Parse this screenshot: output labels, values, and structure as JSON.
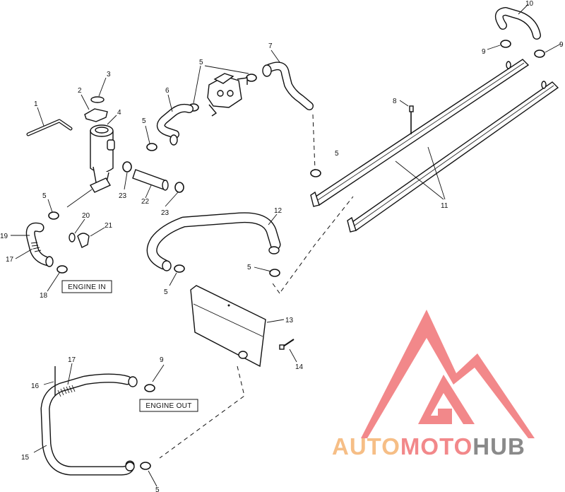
{
  "callouts": {
    "c1": "1",
    "c2": "2",
    "c3": "3",
    "c4": "4",
    "c5a": "5",
    "c5b": "5",
    "c5c": "5",
    "c5d": "5",
    "c5e": "5",
    "c5f": "5",
    "c5g": "5",
    "c6": "6",
    "c7": "7",
    "c8": "8",
    "c9a": "9",
    "c9b": "9",
    "c9c": "9",
    "c10": "10",
    "c11": "11",
    "c12": "12",
    "c13": "13",
    "c14": "14",
    "c15": "15",
    "c16": "16",
    "c17a": "17",
    "c17b": "17",
    "c18": "18",
    "c19": "19",
    "c20": "20",
    "c21": "21",
    "c22": "22",
    "c23a": "23",
    "c23b": "23"
  },
  "labels": {
    "engine_in": "ENGINE IN",
    "engine_out": "ENGINE OUT"
  },
  "watermark": {
    "word_auto": "AUTO",
    "word_moto": "MOTO",
    "word_hub": "HUB",
    "color_red": "#f2888a",
    "color_orange": "#f6be86",
    "color_gray": "#8a8a8a"
  }
}
